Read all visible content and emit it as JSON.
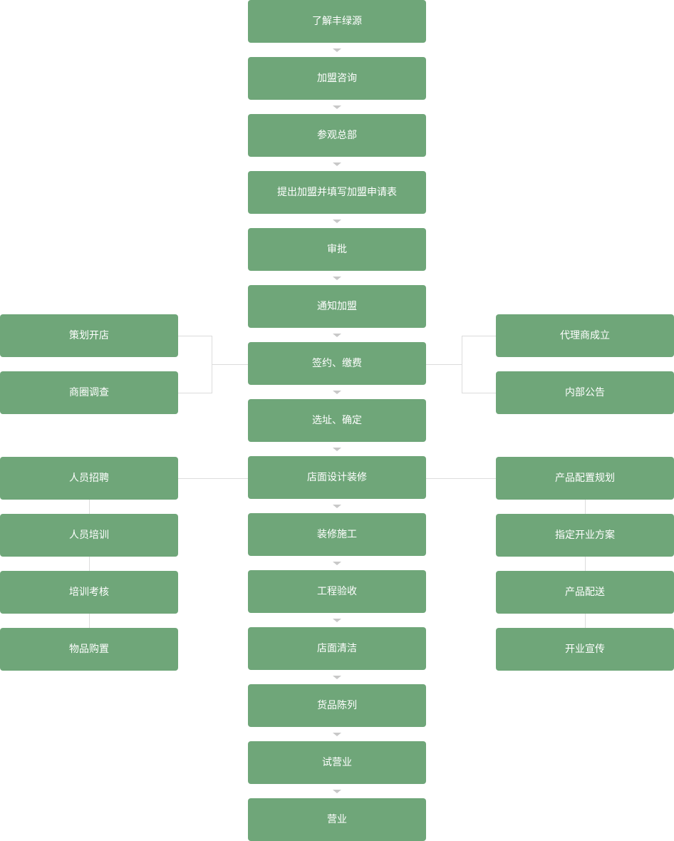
{
  "colors": {
    "node_fill": "#6fa679",
    "node_text": "#ffffff",
    "connector": "#dcdcdc",
    "arrow": "#c8c8c8"
  },
  "main_steps": [
    "了解丰绿源",
    "加盟咨询",
    "参观总部",
    "提出加盟并填写加盟申请表",
    "审批",
    "通知加盟",
    "签约、缴费",
    "选址、确定",
    "店面设计装修",
    "装修施工",
    "工程验收",
    "店面清洁",
    "货品陈列",
    "试营业",
    "营业"
  ],
  "branches": {
    "signing_left": [
      "策划开店",
      "商圈调查"
    ],
    "signing_right": [
      "代理商成立",
      "内部公告"
    ],
    "design_left": [
      "人员招聘",
      "人员培训",
      "培训考核",
      "物品购置"
    ],
    "design_right": [
      "产品配置规划",
      "指定开业方案",
      "产品配送",
      "开业宣传"
    ]
  }
}
